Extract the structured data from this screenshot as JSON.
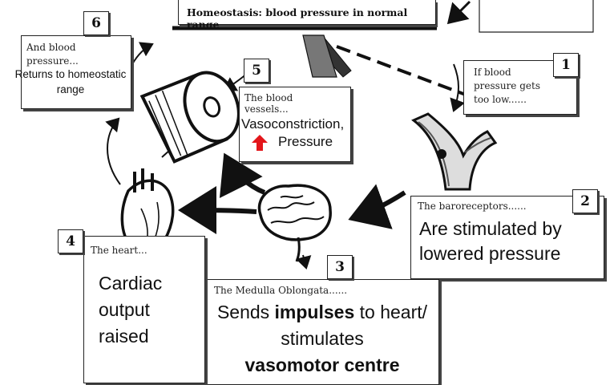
{
  "title": "Homeostasis: blood pressure in normal range",
  "steps": {
    "s1": {
      "number": "1",
      "prompt": "If blood pressure gets too low......"
    },
    "s2": {
      "number": "2",
      "prompt": "The baroreceptors......",
      "answer": "Are stimulated by lowered pressure"
    },
    "s3": {
      "number": "3",
      "prompt": "The Medulla Oblongata......",
      "answer_a": "Sends ",
      "answer_b": "impulses",
      "answer_c": " to heart/ stimulates",
      "answer_d": "vasomotor centre"
    },
    "s4": {
      "number": "4",
      "prompt": "The heart...",
      "answer": "Cardiac output raised"
    },
    "s5": {
      "number": "5",
      "prompt": "The blood vessels...",
      "answer_a": "Vasoconstriction,",
      "answer_b": "Pressure"
    },
    "s6": {
      "number": "6",
      "prompt": "And blood pressure...",
      "answer": "Returns to homeostatic range"
    }
  },
  "colors": {
    "up_arrow": "#e3161b",
    "ink": "#111111"
  },
  "icons": [
    "brain-icon",
    "heart-icon",
    "blood-vessel-icon",
    "artery-icon",
    "seesaw-icon",
    "up-arrow-icon"
  ]
}
